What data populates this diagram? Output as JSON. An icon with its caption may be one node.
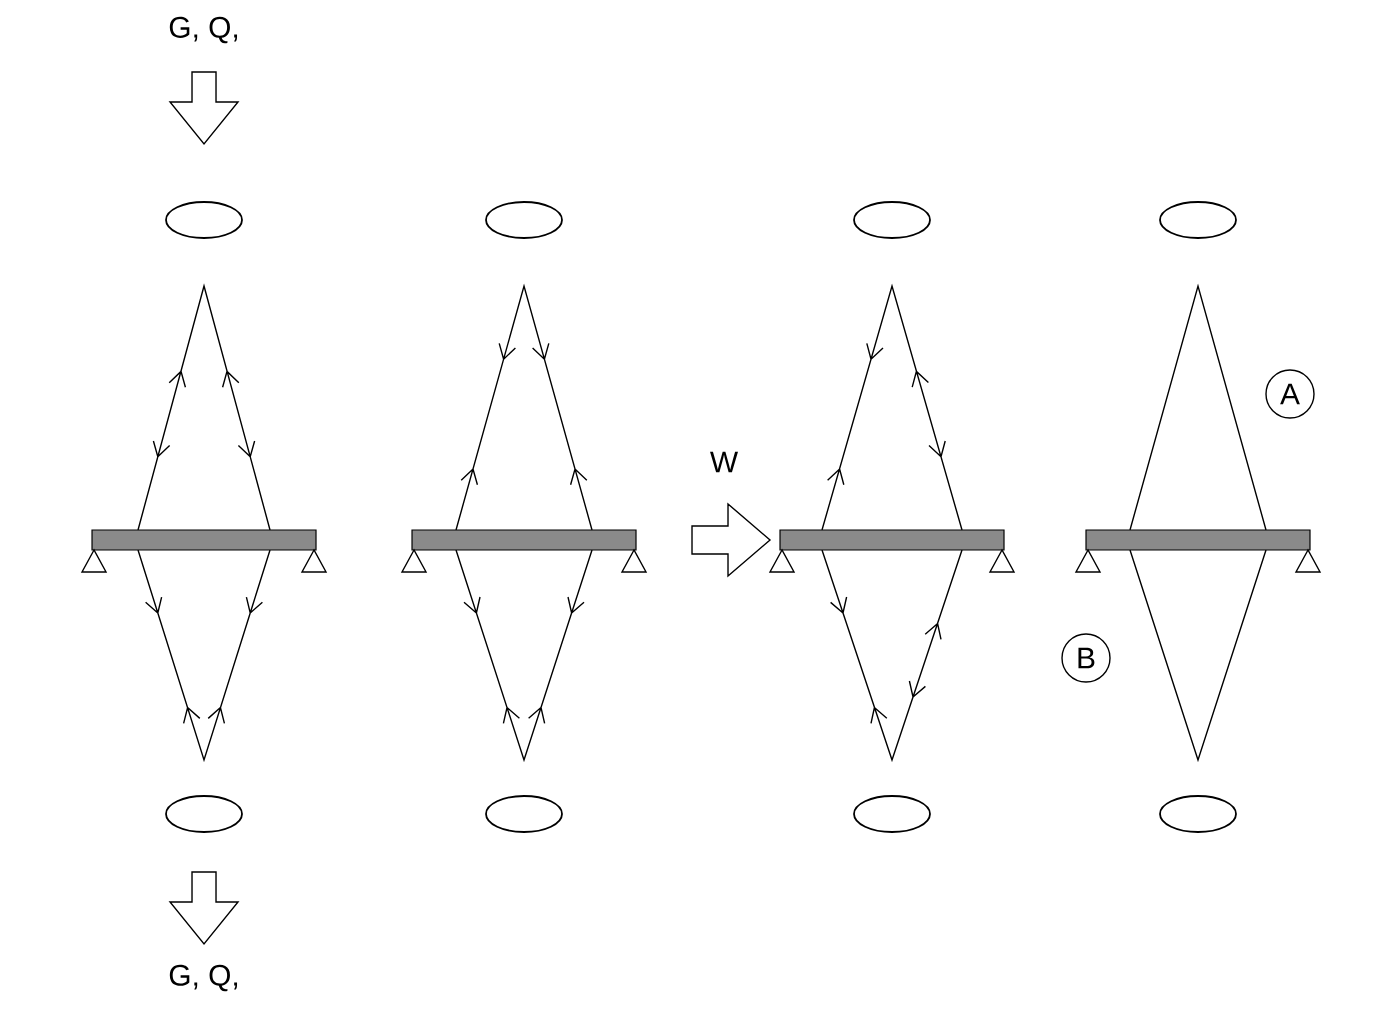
{
  "diagram": {
    "nodes": [
      {
        "text": [
          "A"
        ]
      },
      {
        "text": [
          "B"
        ]
      }
    ],
    "labels": [
      "G, Q,",
      "W",
      "G, Q,"
    ]
  }
}
